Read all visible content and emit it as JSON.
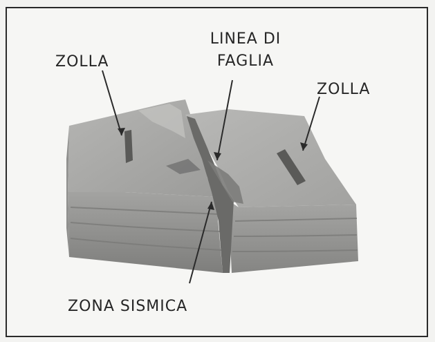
{
  "labels": {
    "plate_left": "ZOLLA",
    "fault_line_1": "LINEA DI",
    "fault_line_2": "FAGLIA",
    "plate_right": "ZOLLA",
    "seismic_zone": "ZONA SISMICA"
  },
  "colors": {
    "frame": "#2a2a2a",
    "text": "#262626",
    "block_top": "#a9a9a7",
    "block_side": "#8e8e8c",
    "fault": "#555555"
  }
}
